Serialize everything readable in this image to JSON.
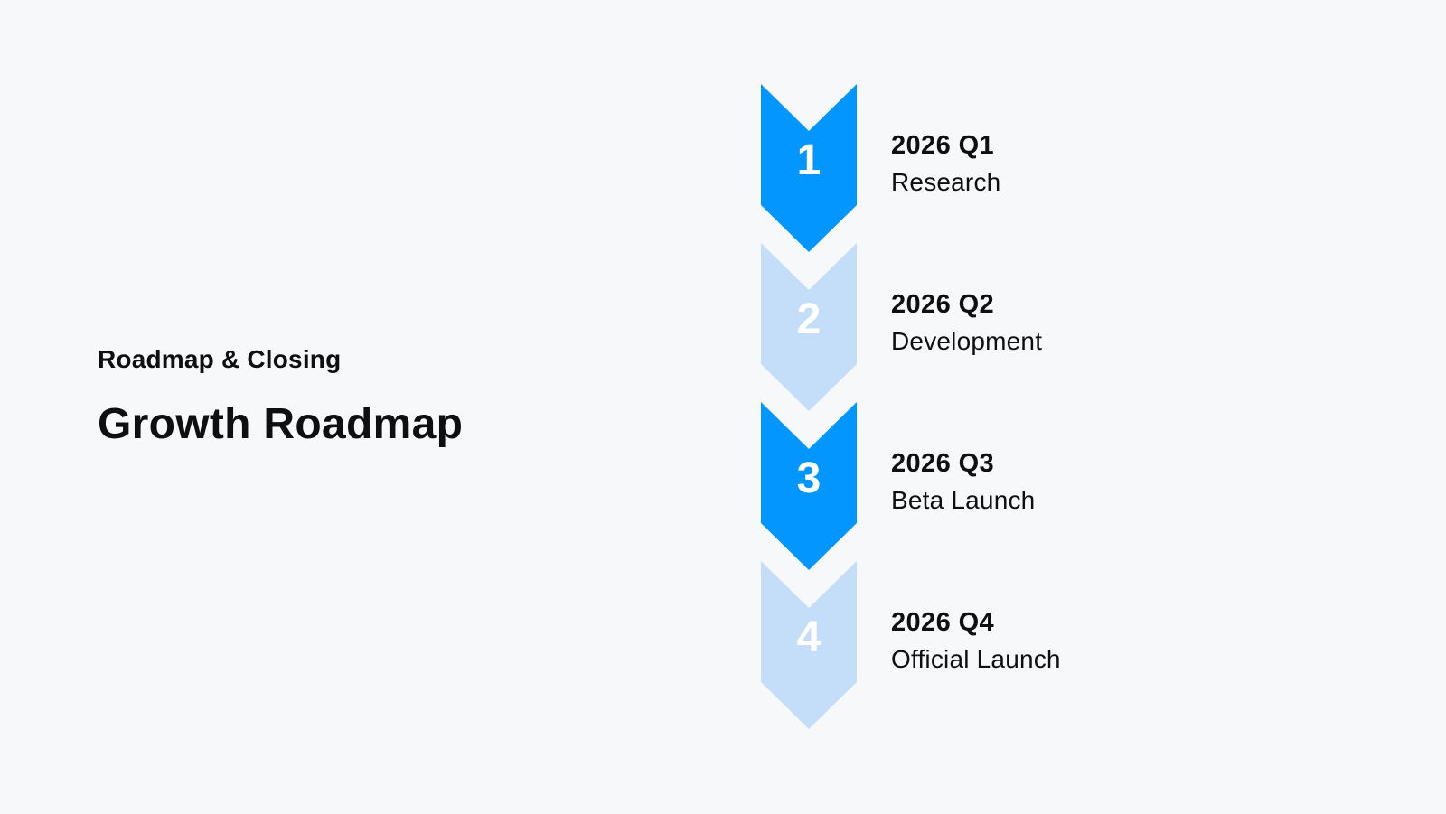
{
  "section_label": "Roadmap & Closing",
  "title": "Growth Roadmap",
  "colors": {
    "active": "#0496ff",
    "inactive": "#c4ddf8",
    "background": "#f6f8fa",
    "text": "#0e0f11"
  },
  "steps": [
    {
      "number": "1",
      "quarter": "2026 Q1",
      "phase": "Research",
      "state": "active"
    },
    {
      "number": "2",
      "quarter": "2026 Q2",
      "phase": "Development",
      "state": "inactive"
    },
    {
      "number": "3",
      "quarter": "2026 Q3",
      "phase": "Beta Launch",
      "state": "active"
    },
    {
      "number": "4",
      "quarter": "2026 Q4",
      "phase": "Official Launch",
      "state": "inactive"
    }
  ]
}
